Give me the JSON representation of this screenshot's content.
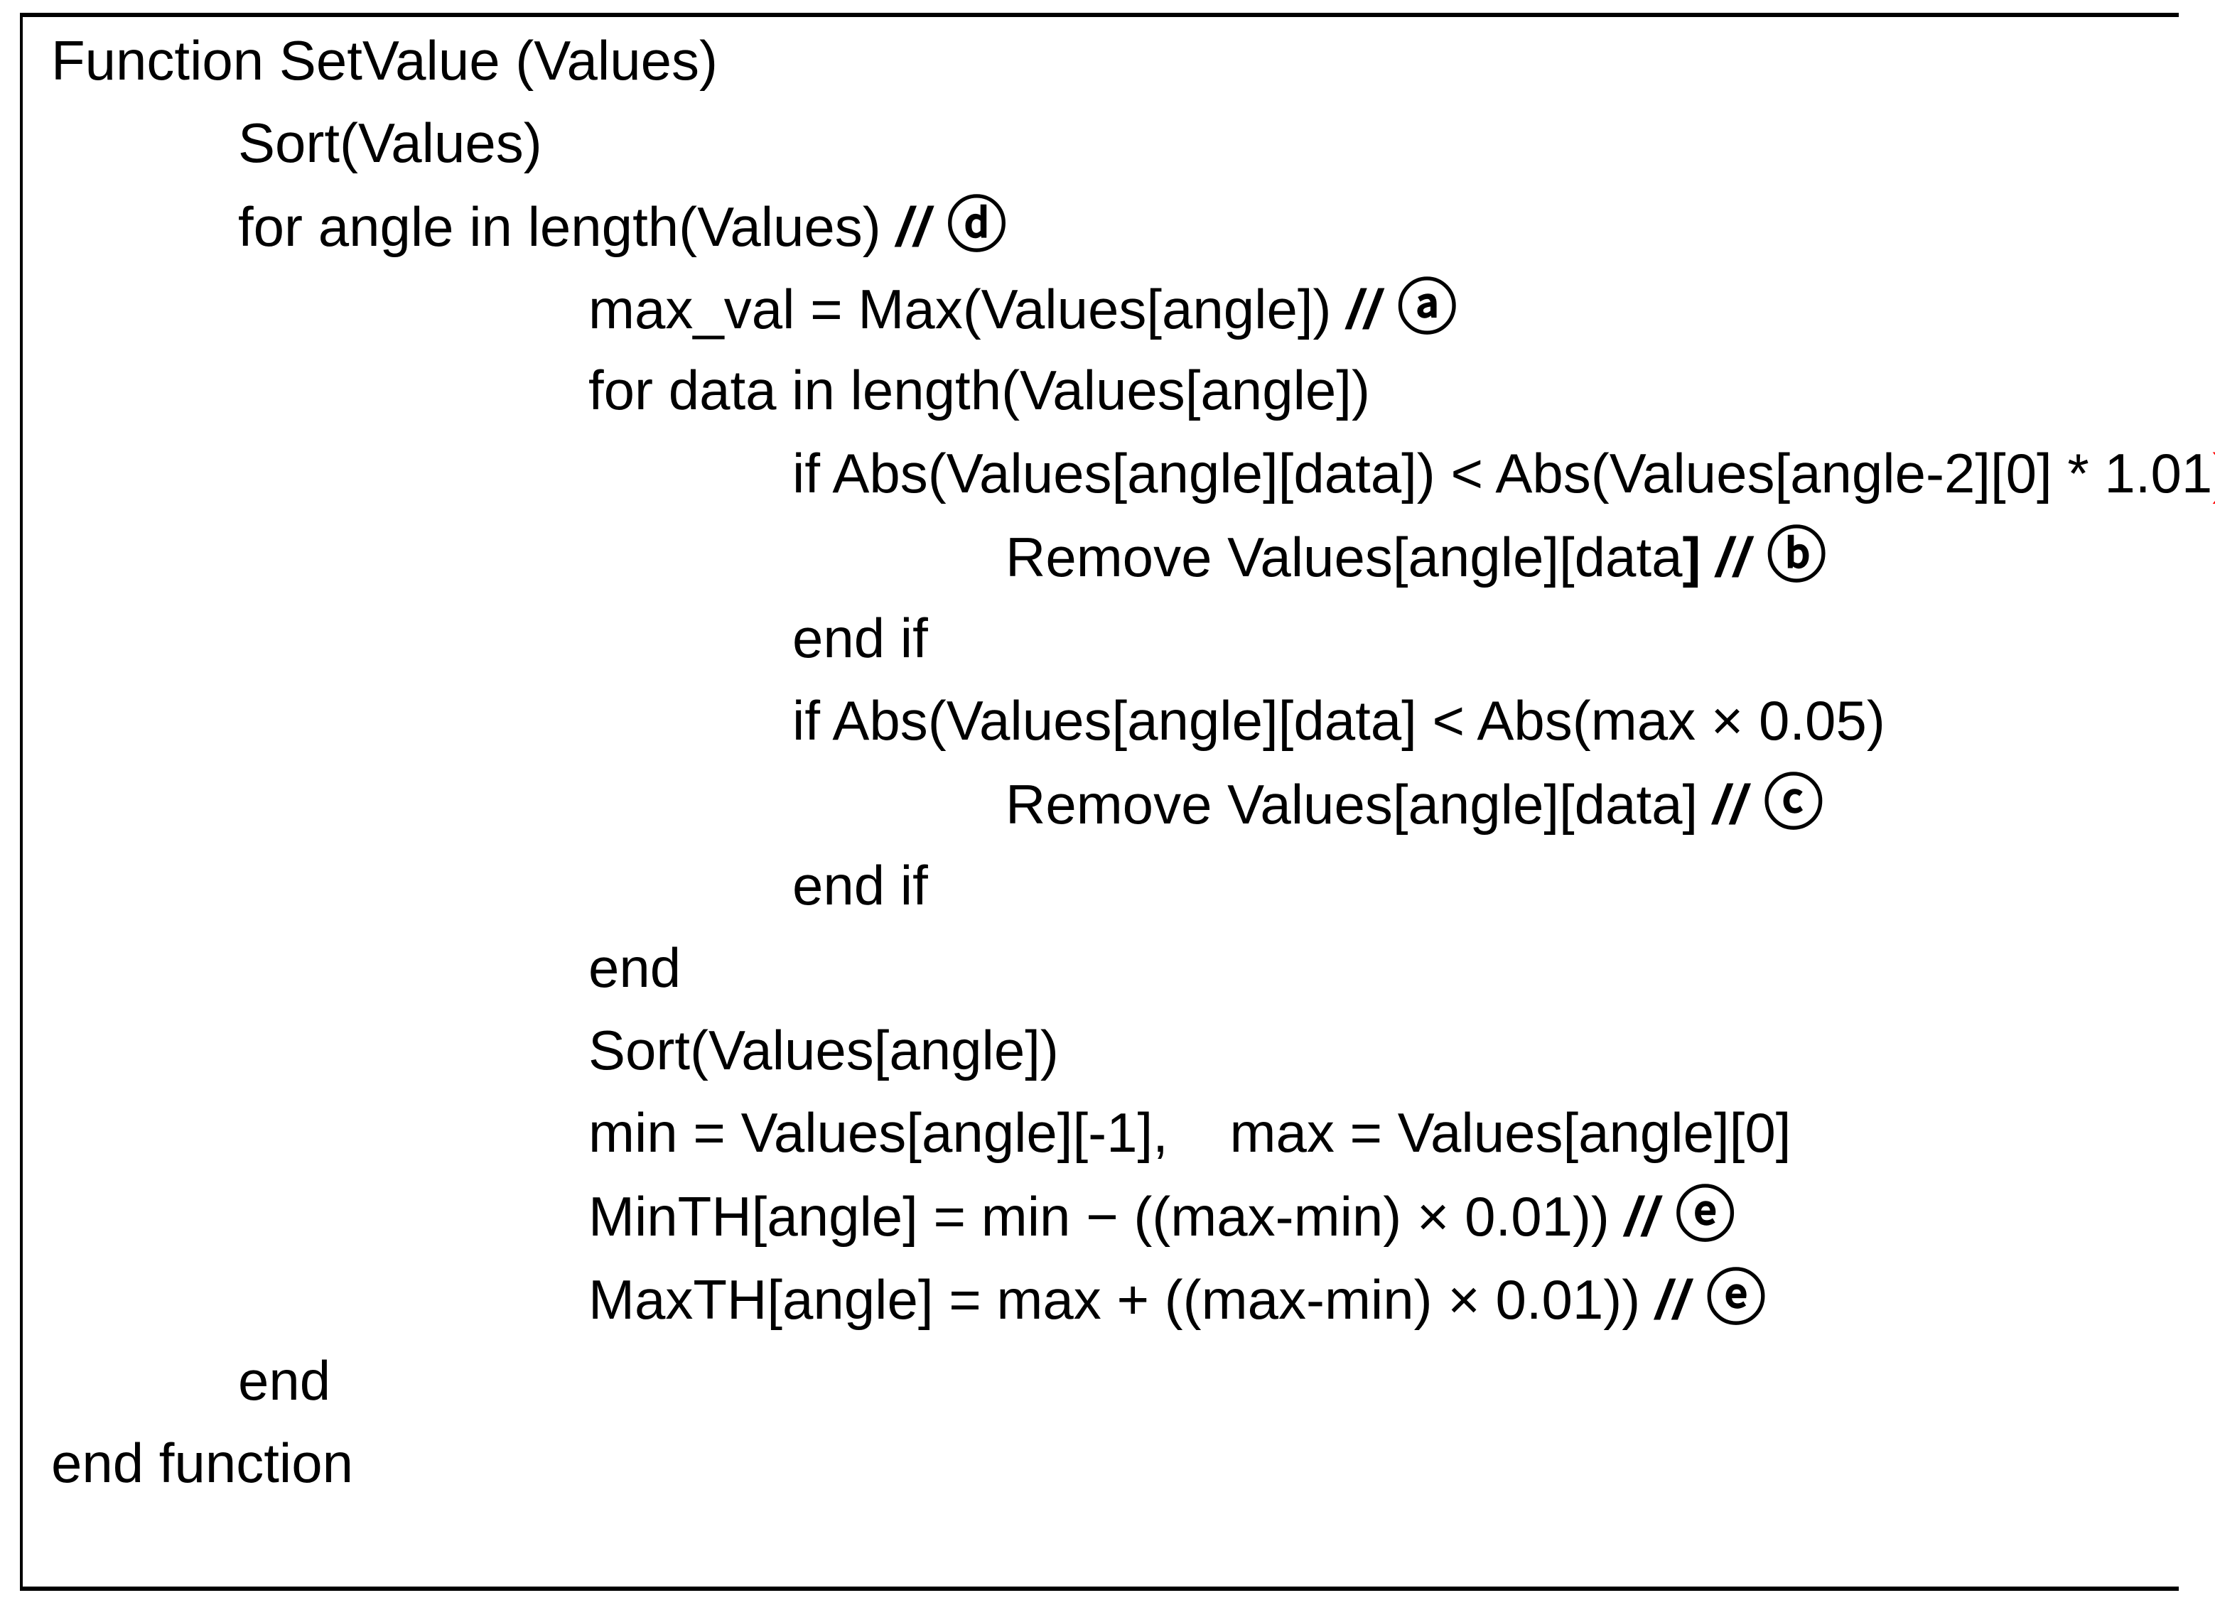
{
  "colors": {
    "background": "#ffffff",
    "text": "#000000",
    "border": "#000000",
    "highlight_red": "#ff0000"
  },
  "code": {
    "language": "pseudocode",
    "function_name": "SetValue",
    "lines": [
      {
        "indent": 0,
        "segments": [
          {
            "t": "Function SetValue (Values)",
            "s": "n"
          }
        ]
      },
      {
        "indent": 1,
        "segments": [
          {
            "t": "Sort(Values)",
            "s": "n"
          }
        ]
      },
      {
        "indent": 1,
        "segments": [
          {
            "t": "for angle in length(Values) ",
            "s": "n"
          },
          {
            "t": "//",
            "s": "c"
          },
          {
            "t": " ",
            "s": "n"
          },
          {
            "t": "ⓓ",
            "s": "e"
          }
        ]
      },
      {
        "indent": 2,
        "segments": [
          {
            "t": "max_val = Max(Values[angle]) ",
            "s": "n"
          },
          {
            "t": "//",
            "s": "c"
          },
          {
            "t": " ",
            "s": "n"
          },
          {
            "t": "ⓐ",
            "s": "e"
          }
        ]
      },
      {
        "indent": 2,
        "segments": [
          {
            "t": "for data in length(Values[angle])",
            "s": "n"
          }
        ]
      },
      {
        "indent": 3,
        "segments": [
          {
            "t": "if Abs(Values[angle][data]) < Abs(Values[angle-2][0] * 1.01",
            "s": "n"
          },
          {
            "t": ")",
            "s": "r"
          }
        ]
      },
      {
        "indent": 4,
        "segments": [
          {
            "t": "Remove Values[angle][data",
            "s": "n"
          },
          {
            "t": "]",
            "s": "b"
          },
          {
            "t": " ",
            "s": "n"
          },
          {
            "t": "//",
            "s": "c"
          },
          {
            "t": " ",
            "s": "n"
          },
          {
            "t": "ⓑ",
            "s": "e"
          }
        ]
      },
      {
        "indent": 3,
        "segments": [
          {
            "t": "end if",
            "s": "n"
          }
        ]
      },
      {
        "indent": 3,
        "segments": [
          {
            "t": "if Abs(Values[angle][data] < Abs(max × 0.05)",
            "s": "n"
          }
        ]
      },
      {
        "indent": 4,
        "segments": [
          {
            "t": "Remove Values[angle][data] ",
            "s": "n"
          },
          {
            "t": "//",
            "s": "c"
          },
          {
            "t": " ",
            "s": "n"
          },
          {
            "t": "ⓒ",
            "s": "e"
          }
        ]
      },
      {
        "indent": 3,
        "segments": [
          {
            "t": "end if",
            "s": "n"
          }
        ]
      },
      {
        "indent": 2,
        "segments": [
          {
            "t": "end",
            "s": "n"
          }
        ]
      },
      {
        "indent": 2,
        "segments": [
          {
            "t": "Sort(Values[angle])",
            "s": "n"
          }
        ]
      },
      {
        "indent": 2,
        "segments": [
          {
            "t": "min = Values[angle][-1],    max = Values[angle][0]",
            "s": "n"
          }
        ]
      },
      {
        "indent": 2,
        "segments": [
          {
            "t": "MinTH[angle] = min − ((max-min) × 0.01)) ",
            "s": "n"
          },
          {
            "t": "//",
            "s": "c"
          },
          {
            "t": " ",
            "s": "n"
          },
          {
            "t": "ⓔ",
            "s": "e"
          }
        ]
      },
      {
        "indent": 2,
        "segments": [
          {
            "t": "MaxTH[angle] = max + ((max-min) × 0.01)) ",
            "s": "n"
          },
          {
            "t": "//",
            "s": "c"
          },
          {
            "t": " ",
            "s": "n"
          },
          {
            "t": "ⓔ",
            "s": "e"
          }
        ]
      },
      {
        "indent": 1,
        "segments": [
          {
            "t": "end",
            "s": "n"
          }
        ]
      },
      {
        "indent": 0,
        "segments": [
          {
            "t": "end function",
            "s": "n"
          }
        ]
      }
    ]
  }
}
